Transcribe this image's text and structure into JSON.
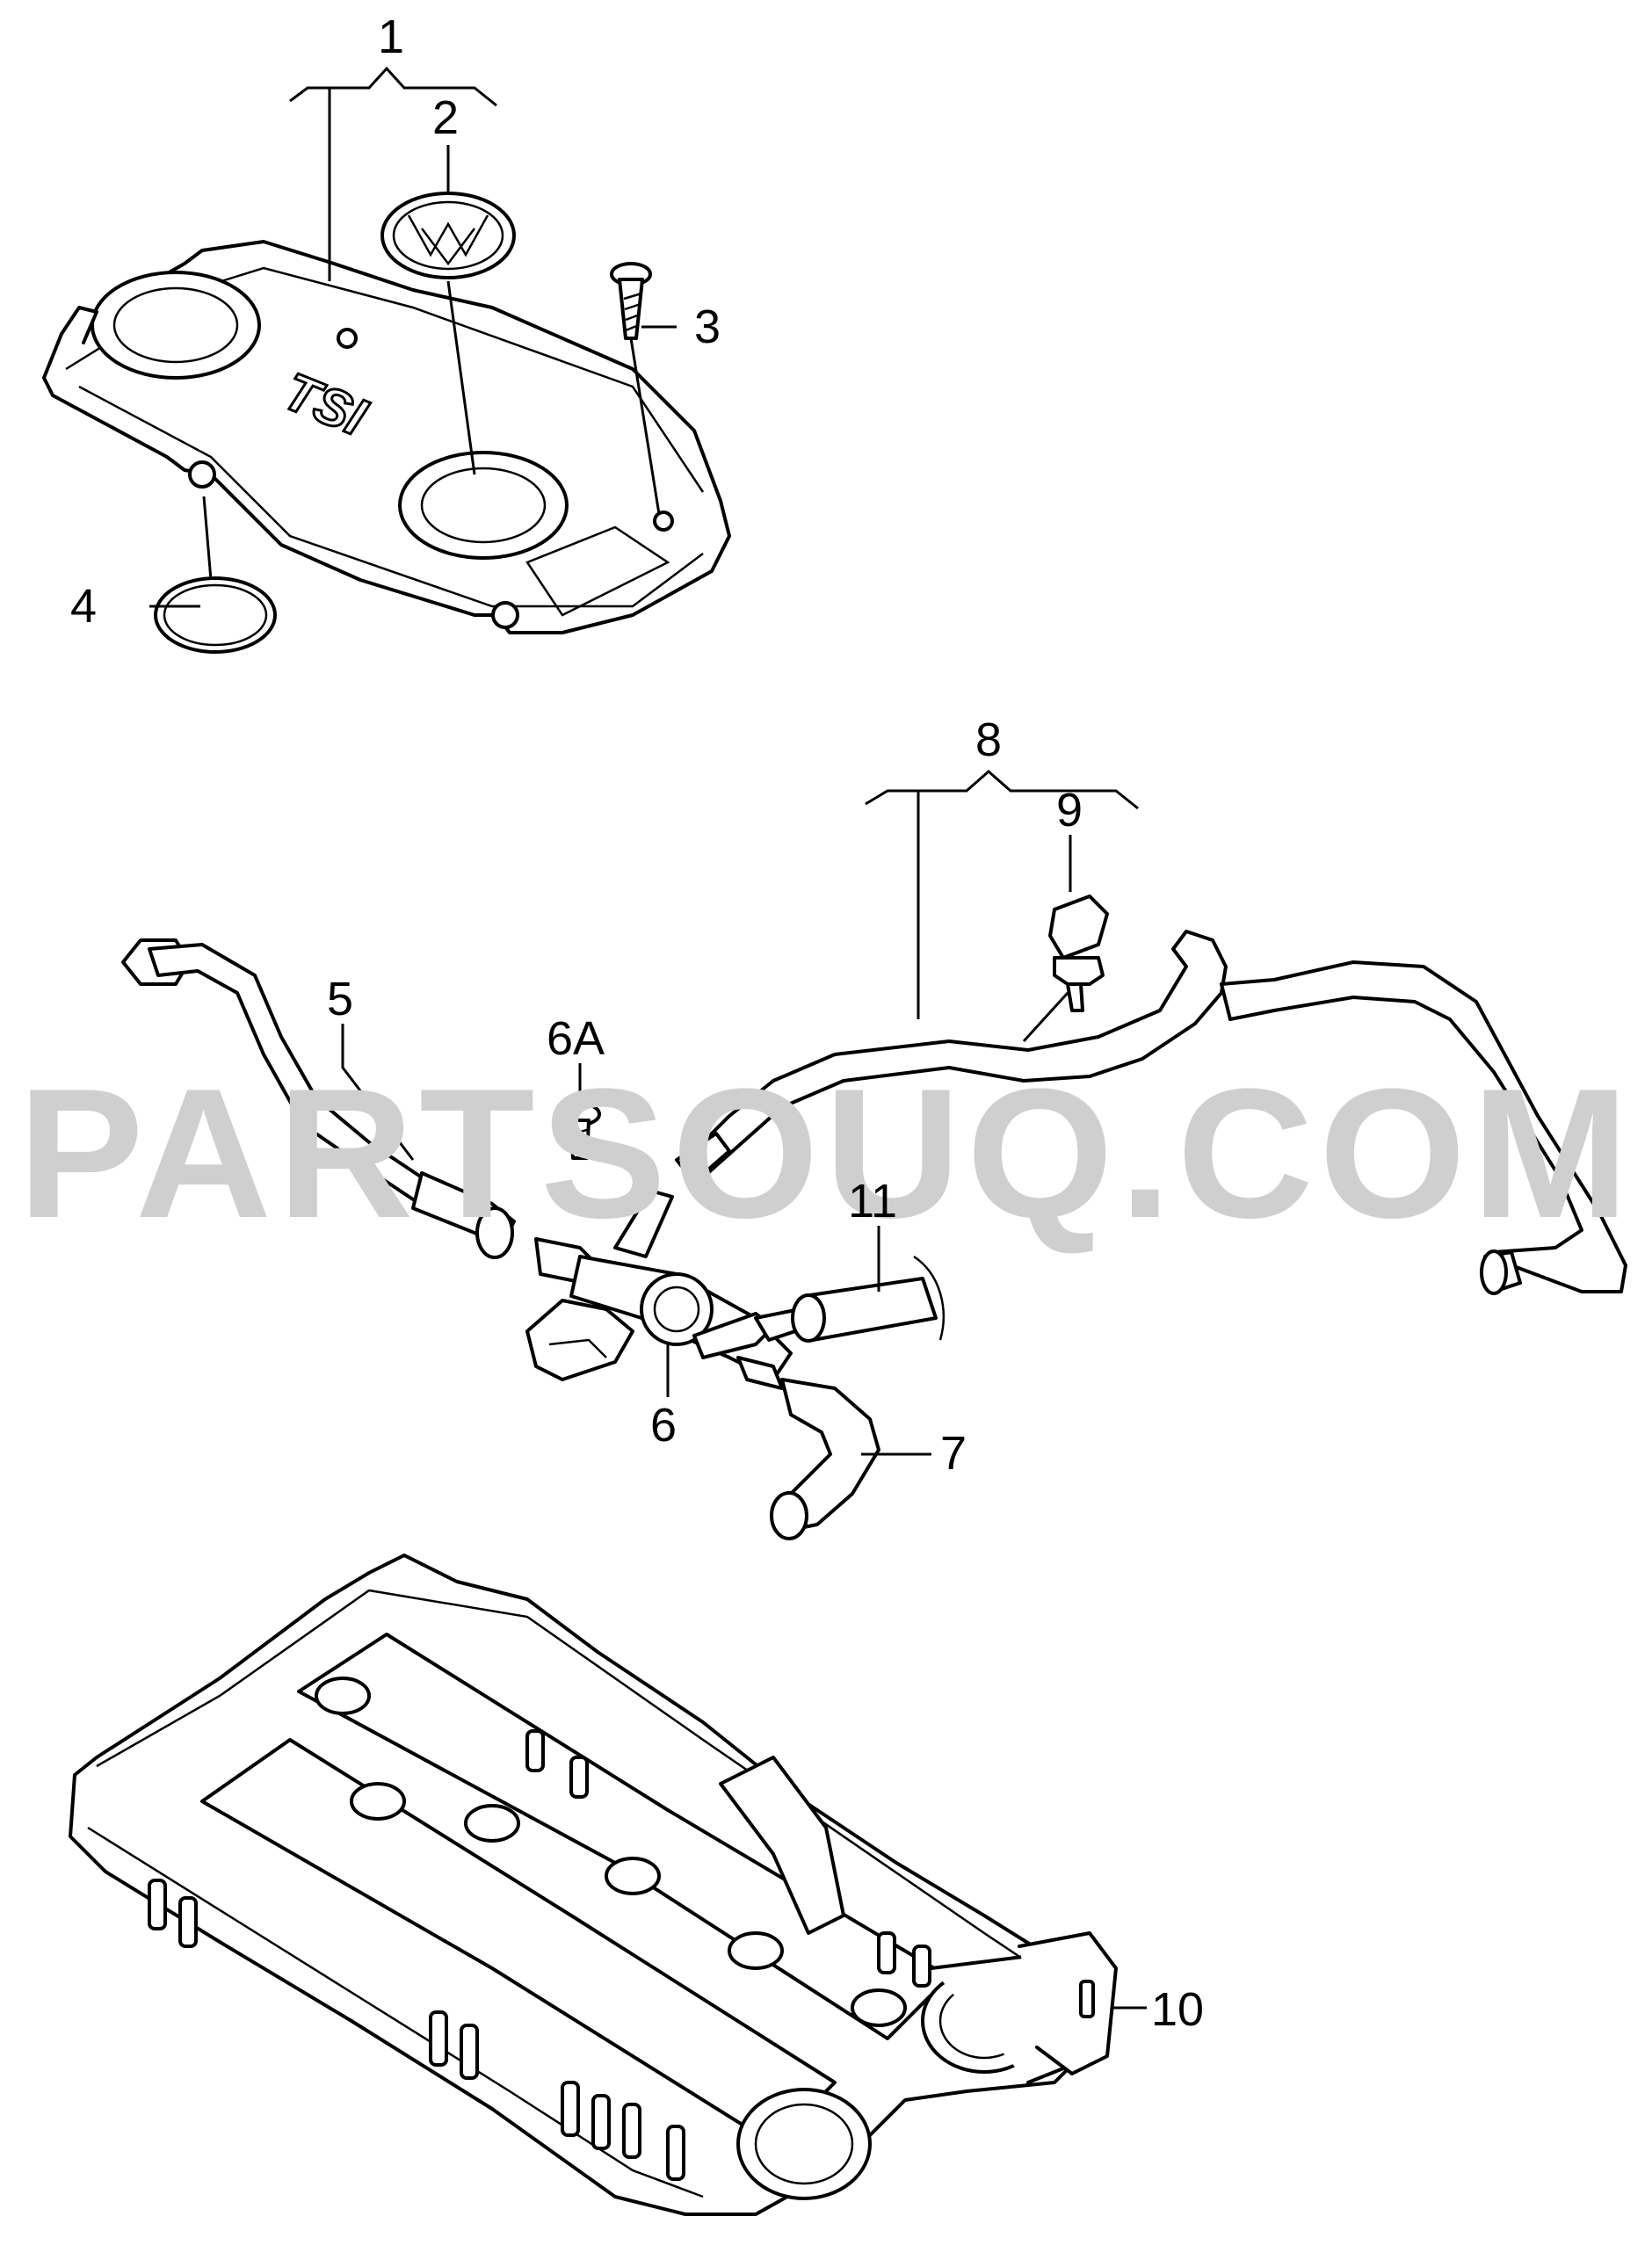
{
  "watermark": "PARTSOUQ.COM",
  "cover_logo": "TSI",
  "callouts": {
    "c1": "1",
    "c2": "2",
    "c3": "3",
    "c4": "4",
    "c5": "5",
    "c6A": "6A",
    "c6": "6",
    "c7": "7",
    "c8": "8",
    "c9": "9",
    "c10": "10",
    "c11": "11"
  }
}
